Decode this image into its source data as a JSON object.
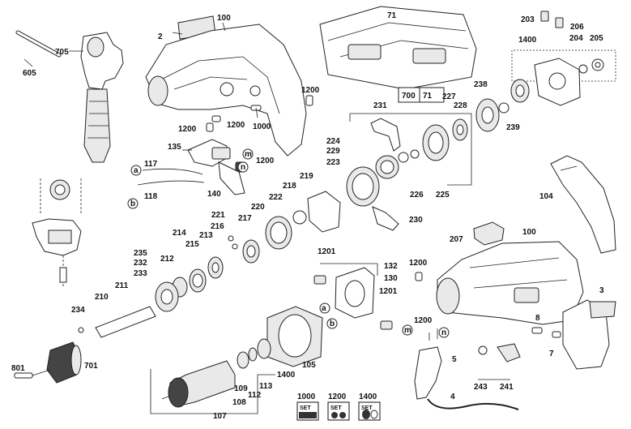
{
  "labels": {
    "l100a": "100",
    "l2a": "2",
    "l605": "605",
    "l705": "705",
    "l71": "71",
    "l700": "700",
    "l71b": "71",
    "l203": "203",
    "l206": "206",
    "l1400a": "1400",
    "l204": "204",
    "l205": "205",
    "l238": "238",
    "l239": "239",
    "l1200a": "1200",
    "l1200b": "1200",
    "l1200c": "1200",
    "l1000a": "1000",
    "l135": "135",
    "l1200d": "1200",
    "l117": "117",
    "l118": "118",
    "l140": "140",
    "l231": "231",
    "l227": "227",
    "l228": "228",
    "l224": "224",
    "l229": "229",
    "l223": "223",
    "l219": "219",
    "l218": "218",
    "l222": "222",
    "l226": "226",
    "l225": "225",
    "l230": "230",
    "l104": "104",
    "l207": "207",
    "l100b": "100",
    "l221": "221",
    "l220": "220",
    "l217": "217",
    "l216": "216",
    "l213": "213",
    "l214": "214",
    "l215": "215",
    "l235": "235",
    "l232": "232",
    "l233": "233",
    "l212": "212",
    "l210": "210",
    "l211": "211",
    "l234": "234",
    "l1201a": "1201",
    "l132": "132",
    "l130": "130",
    "l1201b": "1201",
    "l1200e": "1200",
    "l3": "3",
    "l1200f": "1200",
    "l8": "8",
    "l7": "7",
    "l5": "5",
    "l243": "243",
    "l241": "241",
    "l4": "4",
    "l801": "801",
    "l701": "701",
    "l105": "105",
    "l1400b": "1400",
    "l113": "113",
    "l112": "112",
    "l109": "109",
    "l108": "108",
    "l107": "107",
    "l1000b": "1000",
    "l1200g": "1200",
    "l1400c": "1400"
  },
  "callouts": {
    "a1": "a",
    "b1": "b",
    "a2": "a",
    "b2": "b",
    "m1": "m",
    "n1": "n",
    "m2": "m",
    "n2": "n"
  },
  "set_badges": {
    "set1": "SET",
    "set2": "SET",
    "set3": "SET"
  },
  "colors": {
    "ink": "#222222",
    "paper": "#ffffff",
    "fill_light": "#e9e9e9"
  }
}
